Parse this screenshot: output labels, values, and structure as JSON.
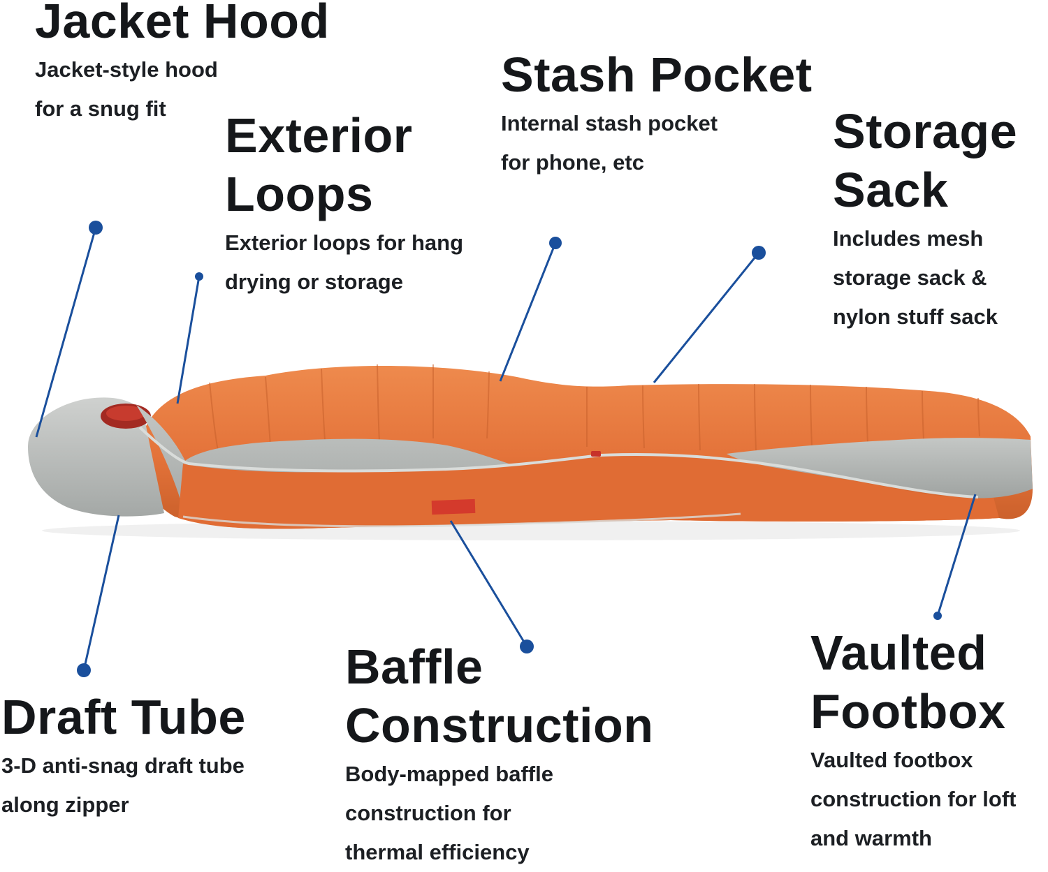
{
  "colors": {
    "accent_line": "#1a4f9c",
    "shell_orange": "#e8793c",
    "lining_gray": "#b8bbb9",
    "text": "#15171a"
  },
  "callouts": {
    "jacket_hood": {
      "title": [
        "Jacket Hood"
      ],
      "desc": [
        "Jacket-style hood",
        "for a snug fit"
      ]
    },
    "exterior_loops": {
      "title": [
        "Exterior",
        "Loops"
      ],
      "desc": [
        "Exterior loops for hang",
        "drying or storage"
      ]
    },
    "stash_pocket": {
      "title": [
        "Stash Pocket"
      ],
      "desc": [
        "Internal stash pocket",
        "for phone, etc"
      ]
    },
    "storage_sack": {
      "title": [
        "Storage",
        "Sack"
      ],
      "desc": [
        "Includes mesh",
        "storage sack &",
        "nylon stuff sack"
      ]
    },
    "draft_tube": {
      "title": [
        "Draft Tube"
      ],
      "desc": [
        "3-D anti-snag draft tube",
        "along zipper"
      ]
    },
    "baffle_construction": {
      "title": [
        "Baffle",
        "Construction"
      ],
      "desc": [
        "Body-mapped baffle",
        "construction for",
        "thermal efficiency"
      ]
    },
    "vaulted_footbox": {
      "title": [
        "Vaulted",
        "Footbox"
      ],
      "desc": [
        "Vaulted footbox",
        "construction for loft",
        "and warmth"
      ]
    }
  }
}
